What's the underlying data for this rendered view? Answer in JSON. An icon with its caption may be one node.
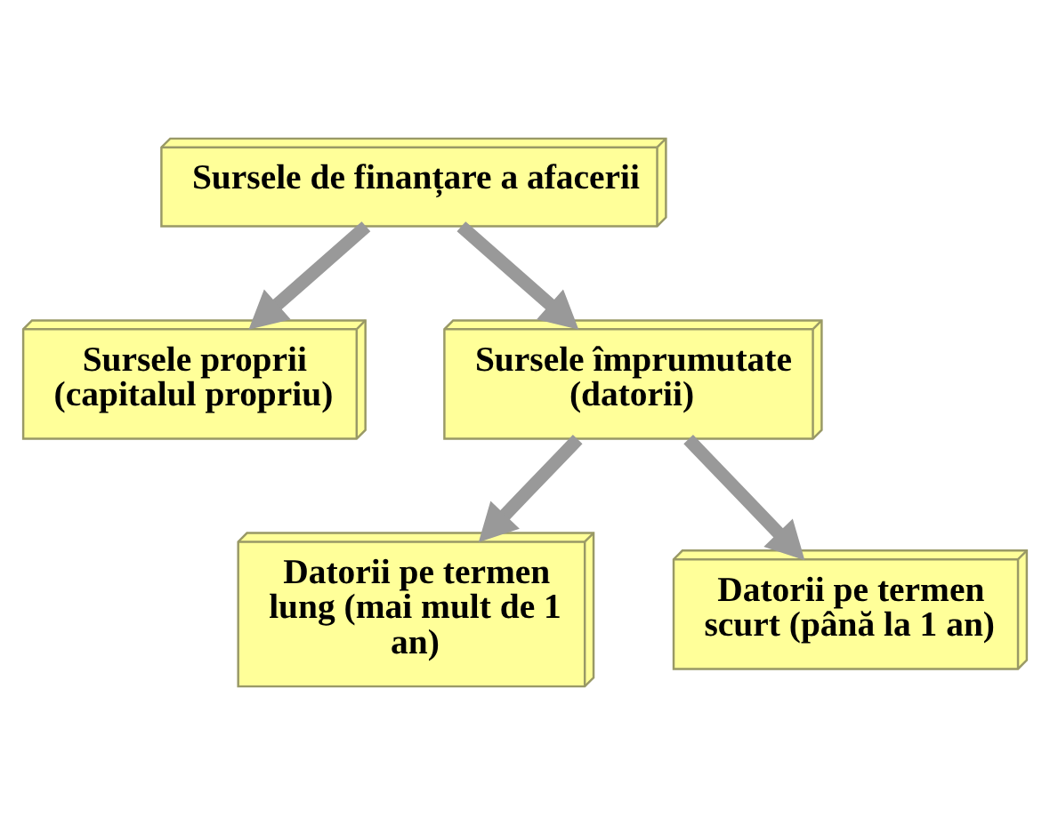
{
  "diagram": {
    "nodes": [
      {
        "text": [
          "Sursele de finanțare a afacerii"
        ]
      },
      {
        "text": [
          "Sursele proprii (capitalul propriu)"
        ]
      },
      {
        "text": [
          "Sursele împrumutate (datorii)"
        ]
      },
      {
        "text": [
          "Datorii pe termen lung (mai mult de 1 an)"
        ]
      },
      {
        "text": [
          "Datorii pe termen scurt (până la 1 an)"
        ]
      }
    ],
    "edges": [
      {
        "from": 0,
        "to": 1,
        "arrow": "to"
      },
      {
        "from": 0,
        "to": 2,
        "arrow": "to"
      },
      {
        "from": 2,
        "to": 3,
        "arrow": "to"
      },
      {
        "from": 2,
        "to": 4,
        "arrow": "to"
      }
    ]
  }
}
